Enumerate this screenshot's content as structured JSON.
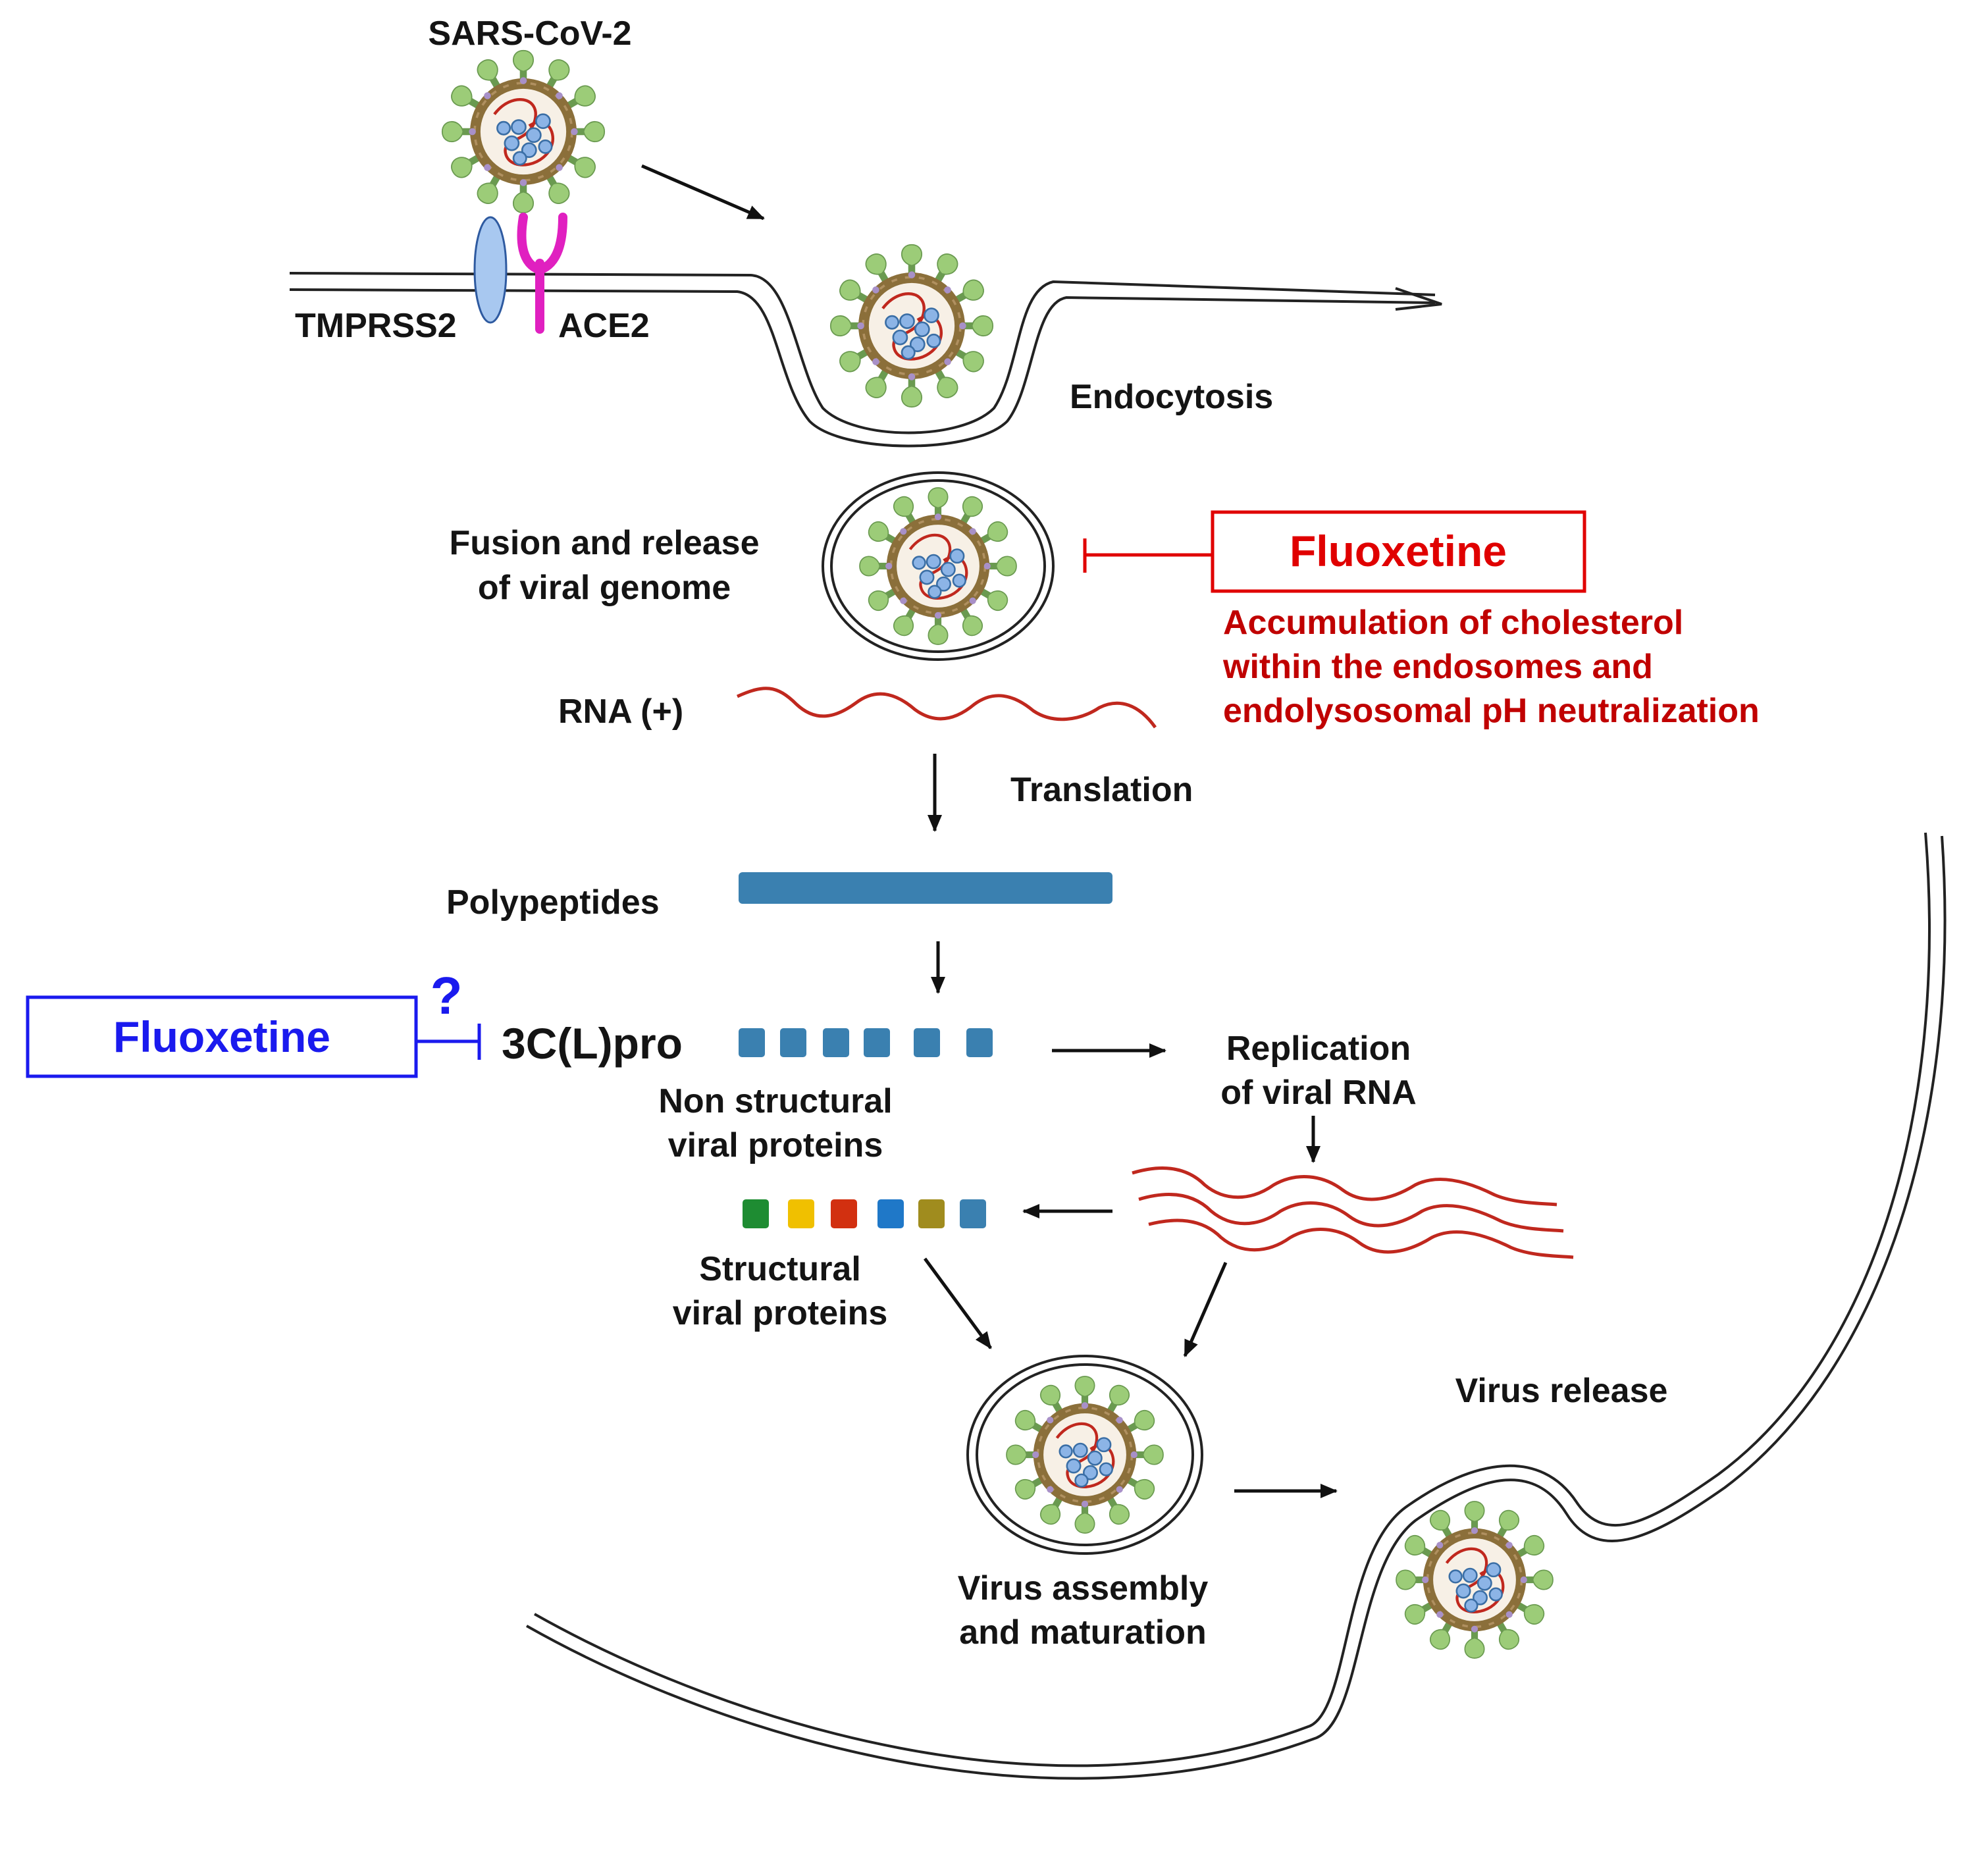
{
  "labels": {
    "virus_name": "SARS-CoV-2",
    "tmprss2": "TMPRSS2",
    "ace2": "ACE2",
    "endocytosis": "Endocytosis",
    "fusion_line1": "Fusion and release",
    "fusion_line2": "of viral genome",
    "rna": "RNA (+)",
    "translation": "Translation",
    "polypeptides": "Polypeptides",
    "protease": "3C(L)pro",
    "nonstructural_line1": "Non structural",
    "nonstructural_line2": "viral proteins",
    "replication_line1": "Replication",
    "replication_line2": "of viral RNA",
    "structural_line1": "Structural",
    "structural_line2": "viral proteins",
    "assembly_line1": "Virus assembly",
    "assembly_line2": "and maturation",
    "release": "Virus release"
  },
  "drug_endosome": {
    "name": "Fluoxetine",
    "effect_line1": "Accumulation of cholesterol",
    "effect_line2": "within the endosomes and",
    "effect_line3": "endolysosomal pH neutralization"
  },
  "drug_protease": {
    "name": "Fluoxetine",
    "question_mark": "?"
  },
  "colors": {
    "inhibitor_red": "#e00000",
    "effect_red": "#c00000",
    "inhibitor_blue": "#1a1aee",
    "rna_strand": "#c0281e",
    "polypeptide": "#3a80b0",
    "spike": "#9ccc78",
    "envelope": "#8b6f3a",
    "ace2": "#e020c0",
    "tmprss2": "#a8c8f0",
    "structural_proteins": [
      "#1e8c32",
      "#f0c000",
      "#d23010",
      "#1f78c8",
      "#a08c1e",
      "#3a80b0"
    ]
  },
  "icons": [
    "virion-icon",
    "ace2-receptor-icon",
    "tmprss2-protease-icon",
    "inhibition-bar-icon"
  ]
}
